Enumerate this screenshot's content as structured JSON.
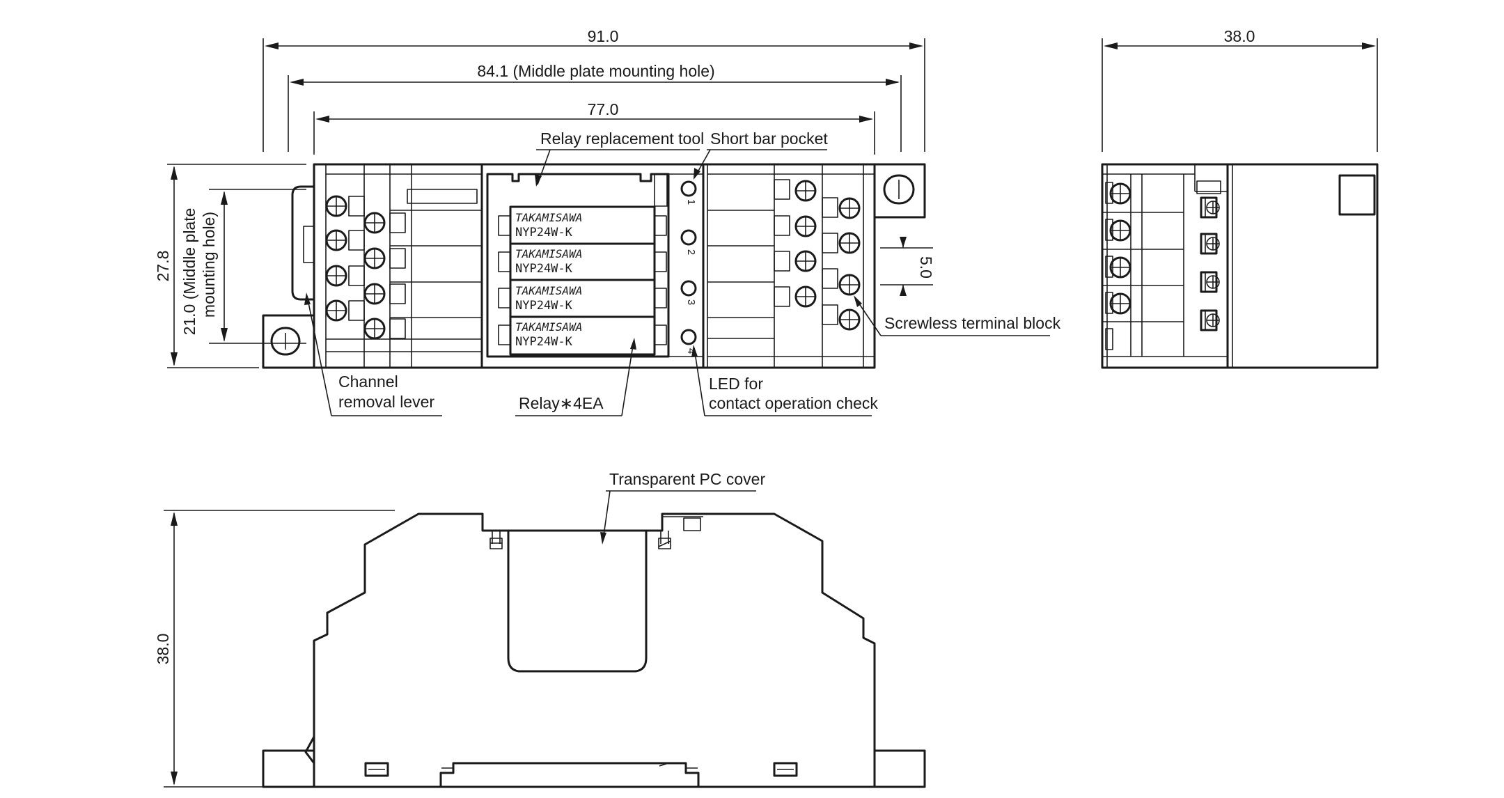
{
  "drawing": {
    "top_view": {
      "dim_overall_width": "91.0",
      "dim_middle_plate_hole": "84.1 (Middle plate mounting hole)",
      "dim_body_width": "77.0",
      "dim_overall_height": "27.8",
      "dim_hole_spacing_line1": "21.0 (Middle plate",
      "dim_hole_spacing_line2": "mounting hole)",
      "dim_terminal_pitch": "5.0",
      "relay_brand": "TAKAMISAWA",
      "relay_model": "NYP24W-K",
      "led_numbers": [
        "1",
        "2",
        "3",
        "4"
      ],
      "labels": {
        "relay_replacement_tool": "Relay replacement tool",
        "short_bar_pocket": "Short bar pocket",
        "screwless_terminal_block": "Screwless terminal block",
        "channel_removal_lever_line1": "Channel",
        "channel_removal_lever_line2": "removal lever",
        "relay_count": "Relay∗4EA",
        "led_line1": "LED for",
        "led_line2": "contact operation check"
      }
    },
    "side_view": {
      "dim_depth": "38.0"
    },
    "front_view": {
      "dim_height": "38.0",
      "label_cover": "Transparent PC cover"
    }
  }
}
